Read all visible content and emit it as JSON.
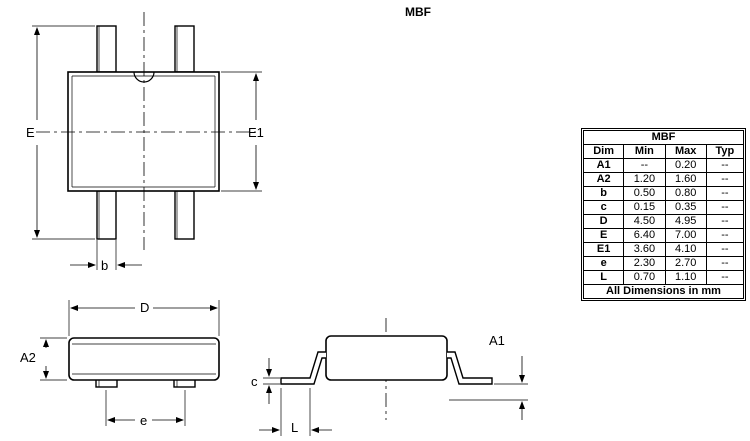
{
  "package_title": "MBF",
  "views": {
    "top": {
      "labels": {
        "E": "E",
        "E1": "E1",
        "b": "b"
      }
    },
    "side": {
      "labels": {
        "D": "D",
        "A2": "A2",
        "e": "e"
      }
    },
    "end": {
      "labels": {
        "A1": "A1",
        "c": "c",
        "L": "L"
      }
    }
  },
  "table": {
    "title": "MBF",
    "headers": [
      "Dim",
      "Min",
      "Max",
      "Typ"
    ],
    "rows": [
      [
        "A1",
        "--",
        "0.20",
        "--"
      ],
      [
        "A2",
        "1.20",
        "1.60",
        "--"
      ],
      [
        "b",
        "0.50",
        "0.80",
        "--"
      ],
      [
        "c",
        "0.15",
        "0.35",
        "--"
      ],
      [
        "D",
        "4.50",
        "4.95",
        "--"
      ],
      [
        "E",
        "6.40",
        "7.00",
        "--"
      ],
      [
        "E1",
        "3.60",
        "4.10",
        "--"
      ],
      [
        "e",
        "2.30",
        "2.70",
        "--"
      ],
      [
        "L",
        "0.70",
        "1.10",
        "--"
      ]
    ],
    "footer": "All Dimensions in mm"
  }
}
